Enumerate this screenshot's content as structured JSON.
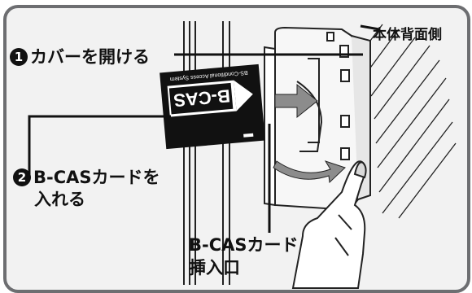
{
  "labels": {
    "step1": {
      "number": "1",
      "text": "カバーを開ける"
    },
    "step2": {
      "number": "2",
      "line1": "B-CASカードを",
      "line2": "入れる"
    },
    "rear_panel": "本体背面側",
    "slot": {
      "line1": "B-CASカード",
      "line2": "挿入口"
    }
  },
  "card": {
    "logo_text": "B-CAS",
    "header_text": "BS-Conditional Access System"
  },
  "colors": {
    "frame_border": "#6d6e71",
    "frame_fill": "#f2f2f2",
    "card_fill": "#111111",
    "arrow_fill": "#8c8c8c",
    "line": "#111111"
  },
  "icons": [
    "hand-pointing-icon",
    "push-arrow-icon",
    "open-cover-arrow-icon"
  ]
}
